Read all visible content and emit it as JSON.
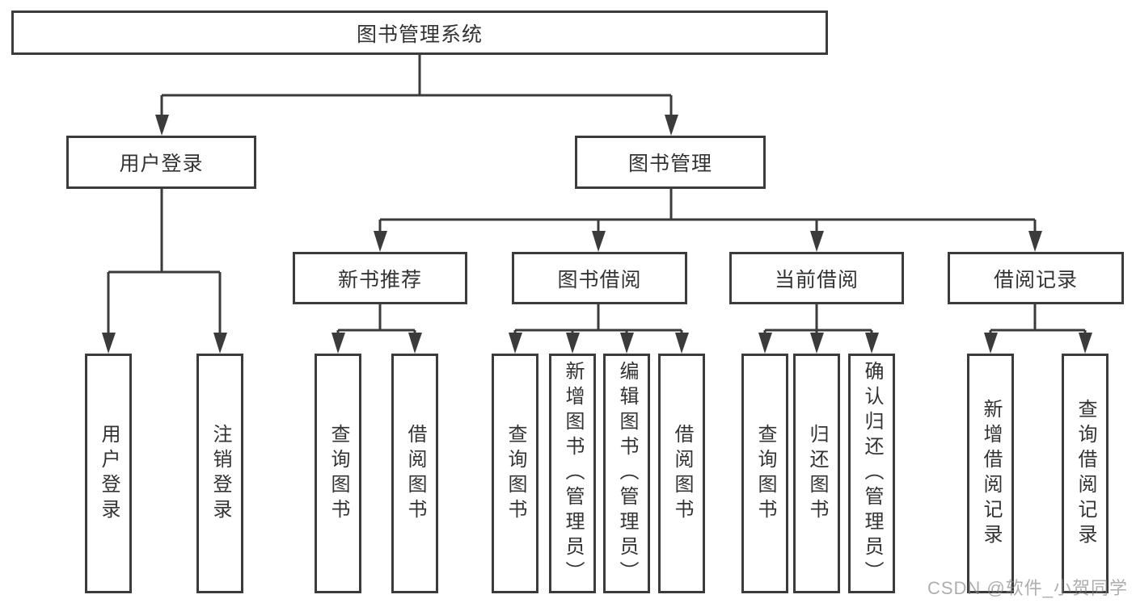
{
  "tree": {
    "label": "图书管理系统",
    "children": [
      {
        "label": "用户登录",
        "children": [
          {
            "label": "用户登录"
          },
          {
            "label": "注销登录"
          }
        ]
      },
      {
        "label": "图书管理",
        "children": [
          {
            "label": "新书推荐",
            "children": [
              {
                "label": "查询图书"
              },
              {
                "label": "借阅图书"
              }
            ]
          },
          {
            "label": "图书借阅",
            "children": [
              {
                "label": "查询图书"
              },
              {
                "label": "新增图书（管理员）"
              },
              {
                "label": "编辑图书（管理员）"
              },
              {
                "label": "借阅图书"
              }
            ]
          },
          {
            "label": "当前借阅",
            "children": [
              {
                "label": "查询图书"
              },
              {
                "label": "归还图书"
              },
              {
                "label": "确认归还（管理员）"
              }
            ]
          },
          {
            "label": "借阅记录",
            "children": [
              {
                "label": "新增借阅记录"
              },
              {
                "label": "查询借阅记录"
              }
            ]
          }
        ]
      }
    ]
  },
  "watermark": "CSDN @软件_小贺同学",
  "colors": {
    "line": "#3b3b3b",
    "box_border": "#3b3b3b",
    "text": "#333333",
    "background": "#ffffff",
    "watermark": "#a8a8a8"
  }
}
